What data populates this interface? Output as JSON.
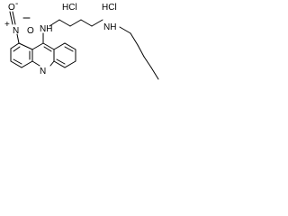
{
  "molecule": {
    "salt_labels": [
      "HCl",
      "HCl"
    ],
    "nitro": {
      "charge_plus": "+",
      "nitrogen": "N",
      "oxygen_top": "O",
      "oxygen_minus": "-",
      "oxygen_bottom": "O"
    },
    "amines": [
      "NH",
      "NH"
    ],
    "ring_nitrogen": "N"
  },
  "colors": {
    "ink": "#000000",
    "background": "#ffffff"
  }
}
